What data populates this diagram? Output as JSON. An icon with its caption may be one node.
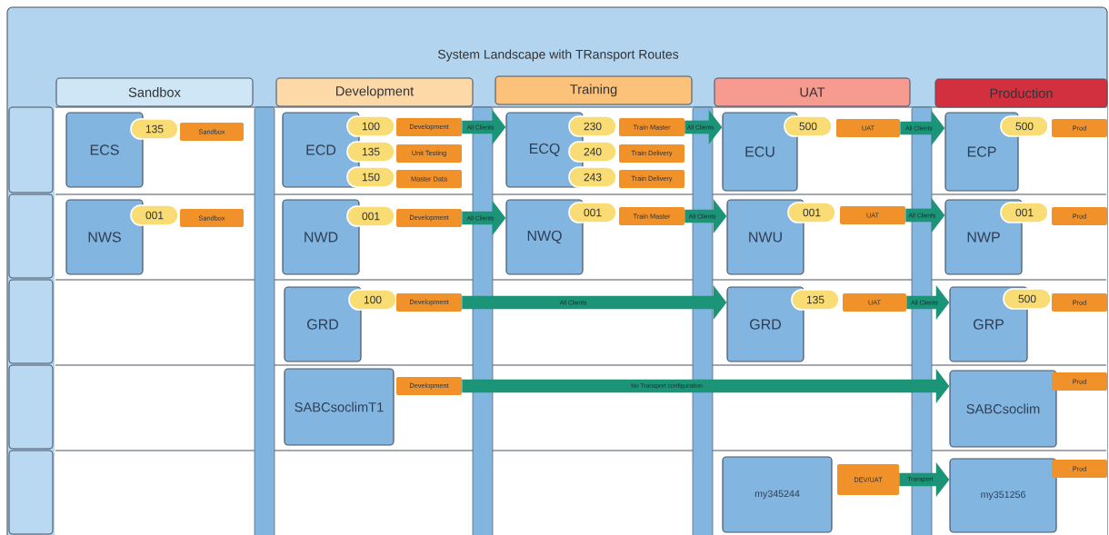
{
  "diagram": {
    "title": "System Landscape with TRansport Routes",
    "nodes": [
      {
        "text": [
          "Sandbox"
        ]
      },
      {
        "text": [
          "Development"
        ]
      },
      {
        "text": [
          "Training"
        ]
      },
      {
        "text": [
          "UAT"
        ]
      },
      {
        "text": [
          "Production"
        ]
      },
      {
        "text": [],
        "shape": "box"
      },
      {
        "text": [
          "ECS"
        ]
      },
      {
        "text": [
          "135"
        ]
      },
      {
        "text": [
          "Sandbox"
        ]
      },
      {
        "text": [
          "ECD"
        ]
      },
      {
        "text": [
          "100"
        ]
      },
      {
        "text": [
          "Development"
        ]
      },
      {
        "text": [
          "135"
        ]
      },
      {
        "text": [
          "Unit Testing"
        ]
      },
      {
        "text": [
          "150"
        ]
      },
      {
        "text": [
          "Master Data"
        ]
      },
      {
        "text": [
          "ECQ"
        ]
      },
      {
        "text": [
          "230"
        ]
      },
      {
        "text": [
          "Train Master"
        ]
      },
      {
        "text": [
          "240"
        ]
      },
      {
        "text": [
          "Train Delivery"
        ]
      },
      {
        "text": [
          "243"
        ]
      },
      {
        "text": [
          "Train Delivery"
        ]
      },
      {
        "text": [
          "ECU"
        ]
      },
      {
        "text": [
          "500"
        ]
      },
      {
        "text": [
          "UAT"
        ]
      },
      {
        "text": [
          "ECP"
        ]
      },
      {
        "text": [
          "500"
        ]
      },
      {
        "text": [
          "Prod"
        ]
      },
      {
        "text": [],
        "shape": "box"
      },
      {
        "text": [
          "NWS"
        ]
      },
      {
        "text": [
          "001"
        ]
      },
      {
        "text": [
          "Sandbox"
        ]
      },
      {
        "text": [
          "NWD"
        ]
      },
      {
        "text": [
          "001"
        ]
      },
      {
        "text": [
          "Development"
        ]
      },
      {
        "text": [
          "NWQ"
        ]
      },
      {
        "text": [
          "001"
        ]
      },
      {
        "text": [
          "Train Master"
        ]
      },
      {
        "text": [
          "NWU"
        ]
      },
      {
        "text": [
          "001"
        ]
      },
      {
        "text": [
          "UAT"
        ]
      },
      {
        "text": [
          "NWP"
        ]
      },
      {
        "text": [
          "001"
        ]
      },
      {
        "text": [
          "Prod"
        ]
      },
      {
        "text": [],
        "shape": "box"
      },
      {
        "text": [
          "GRD"
        ]
      },
      {
        "text": [
          "100"
        ]
      },
      {
        "text": [
          "Development"
        ]
      },
      {
        "text": [
          "GRD"
        ]
      },
      {
        "text": [
          "135"
        ]
      },
      {
        "text": [
          "UAT"
        ]
      },
      {
        "text": [
          "GRP"
        ]
      },
      {
        "text": [
          "500"
        ]
      },
      {
        "text": [
          "Prod"
        ]
      },
      {
        "text": [],
        "shape": "box"
      },
      {
        "text": [
          "SABCsoclimT1"
        ]
      },
      {
        "text": [
          "Development"
        ]
      },
      {
        "text": [
          "SABCsoclim"
        ]
      },
      {
        "text": [
          "Prod"
        ]
      },
      {
        "text": [],
        "shape": "box"
      },
      {
        "text": [
          "my345244"
        ]
      },
      {
        "text": [
          "DEV/UAT"
        ]
      },
      {
        "text": [
          "my351256"
        ]
      },
      {
        "text": [
          "Prod"
        ]
      }
    ],
    "edges": [
      {
        "from": 11,
        "to": 16,
        "arrow": "to",
        "label": "All Clients"
      },
      {
        "from": 18,
        "to": 23,
        "arrow": "to",
        "label": "All Clients"
      },
      {
        "from": 25,
        "to": 26,
        "arrow": "to",
        "label": "All Clients"
      },
      {
        "from": 35,
        "to": 36,
        "arrow": "to",
        "label": "All Clients"
      },
      {
        "from": 38,
        "to": 39,
        "arrow": "to",
        "label": "All Clients"
      },
      {
        "from": 41,
        "to": 42,
        "arrow": "to",
        "label": "All Clients"
      },
      {
        "from": 48,
        "to": 49,
        "arrow": "to",
        "label": "All Clients"
      },
      {
        "from": 51,
        "to": 52,
        "arrow": "to",
        "label": "All Clients"
      },
      {
        "from": 57,
        "to": 58,
        "arrow": "to",
        "label": "No Transport configuration"
      },
      {
        "from": 62,
        "to": 63,
        "arrow": "to",
        "label": "Transport"
      }
    ]
  }
}
